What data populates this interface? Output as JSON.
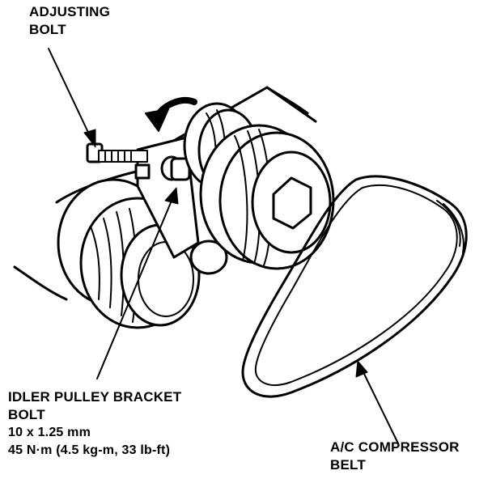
{
  "labels": {
    "adjusting_bolt": [
      "ADJUSTING",
      "BOLT"
    ],
    "idler_bolt": [
      "IDLER PULLEY BRACKET",
      "BOLT",
      "10 x 1.25 mm",
      "45 N·m (4.5 kg-m, 33 lb-ft)"
    ],
    "ac_belt": [
      "A/C COMPRESSOR",
      "BELT"
    ]
  },
  "colors": {
    "ink": "#000000",
    "paper": "#ffffff"
  }
}
